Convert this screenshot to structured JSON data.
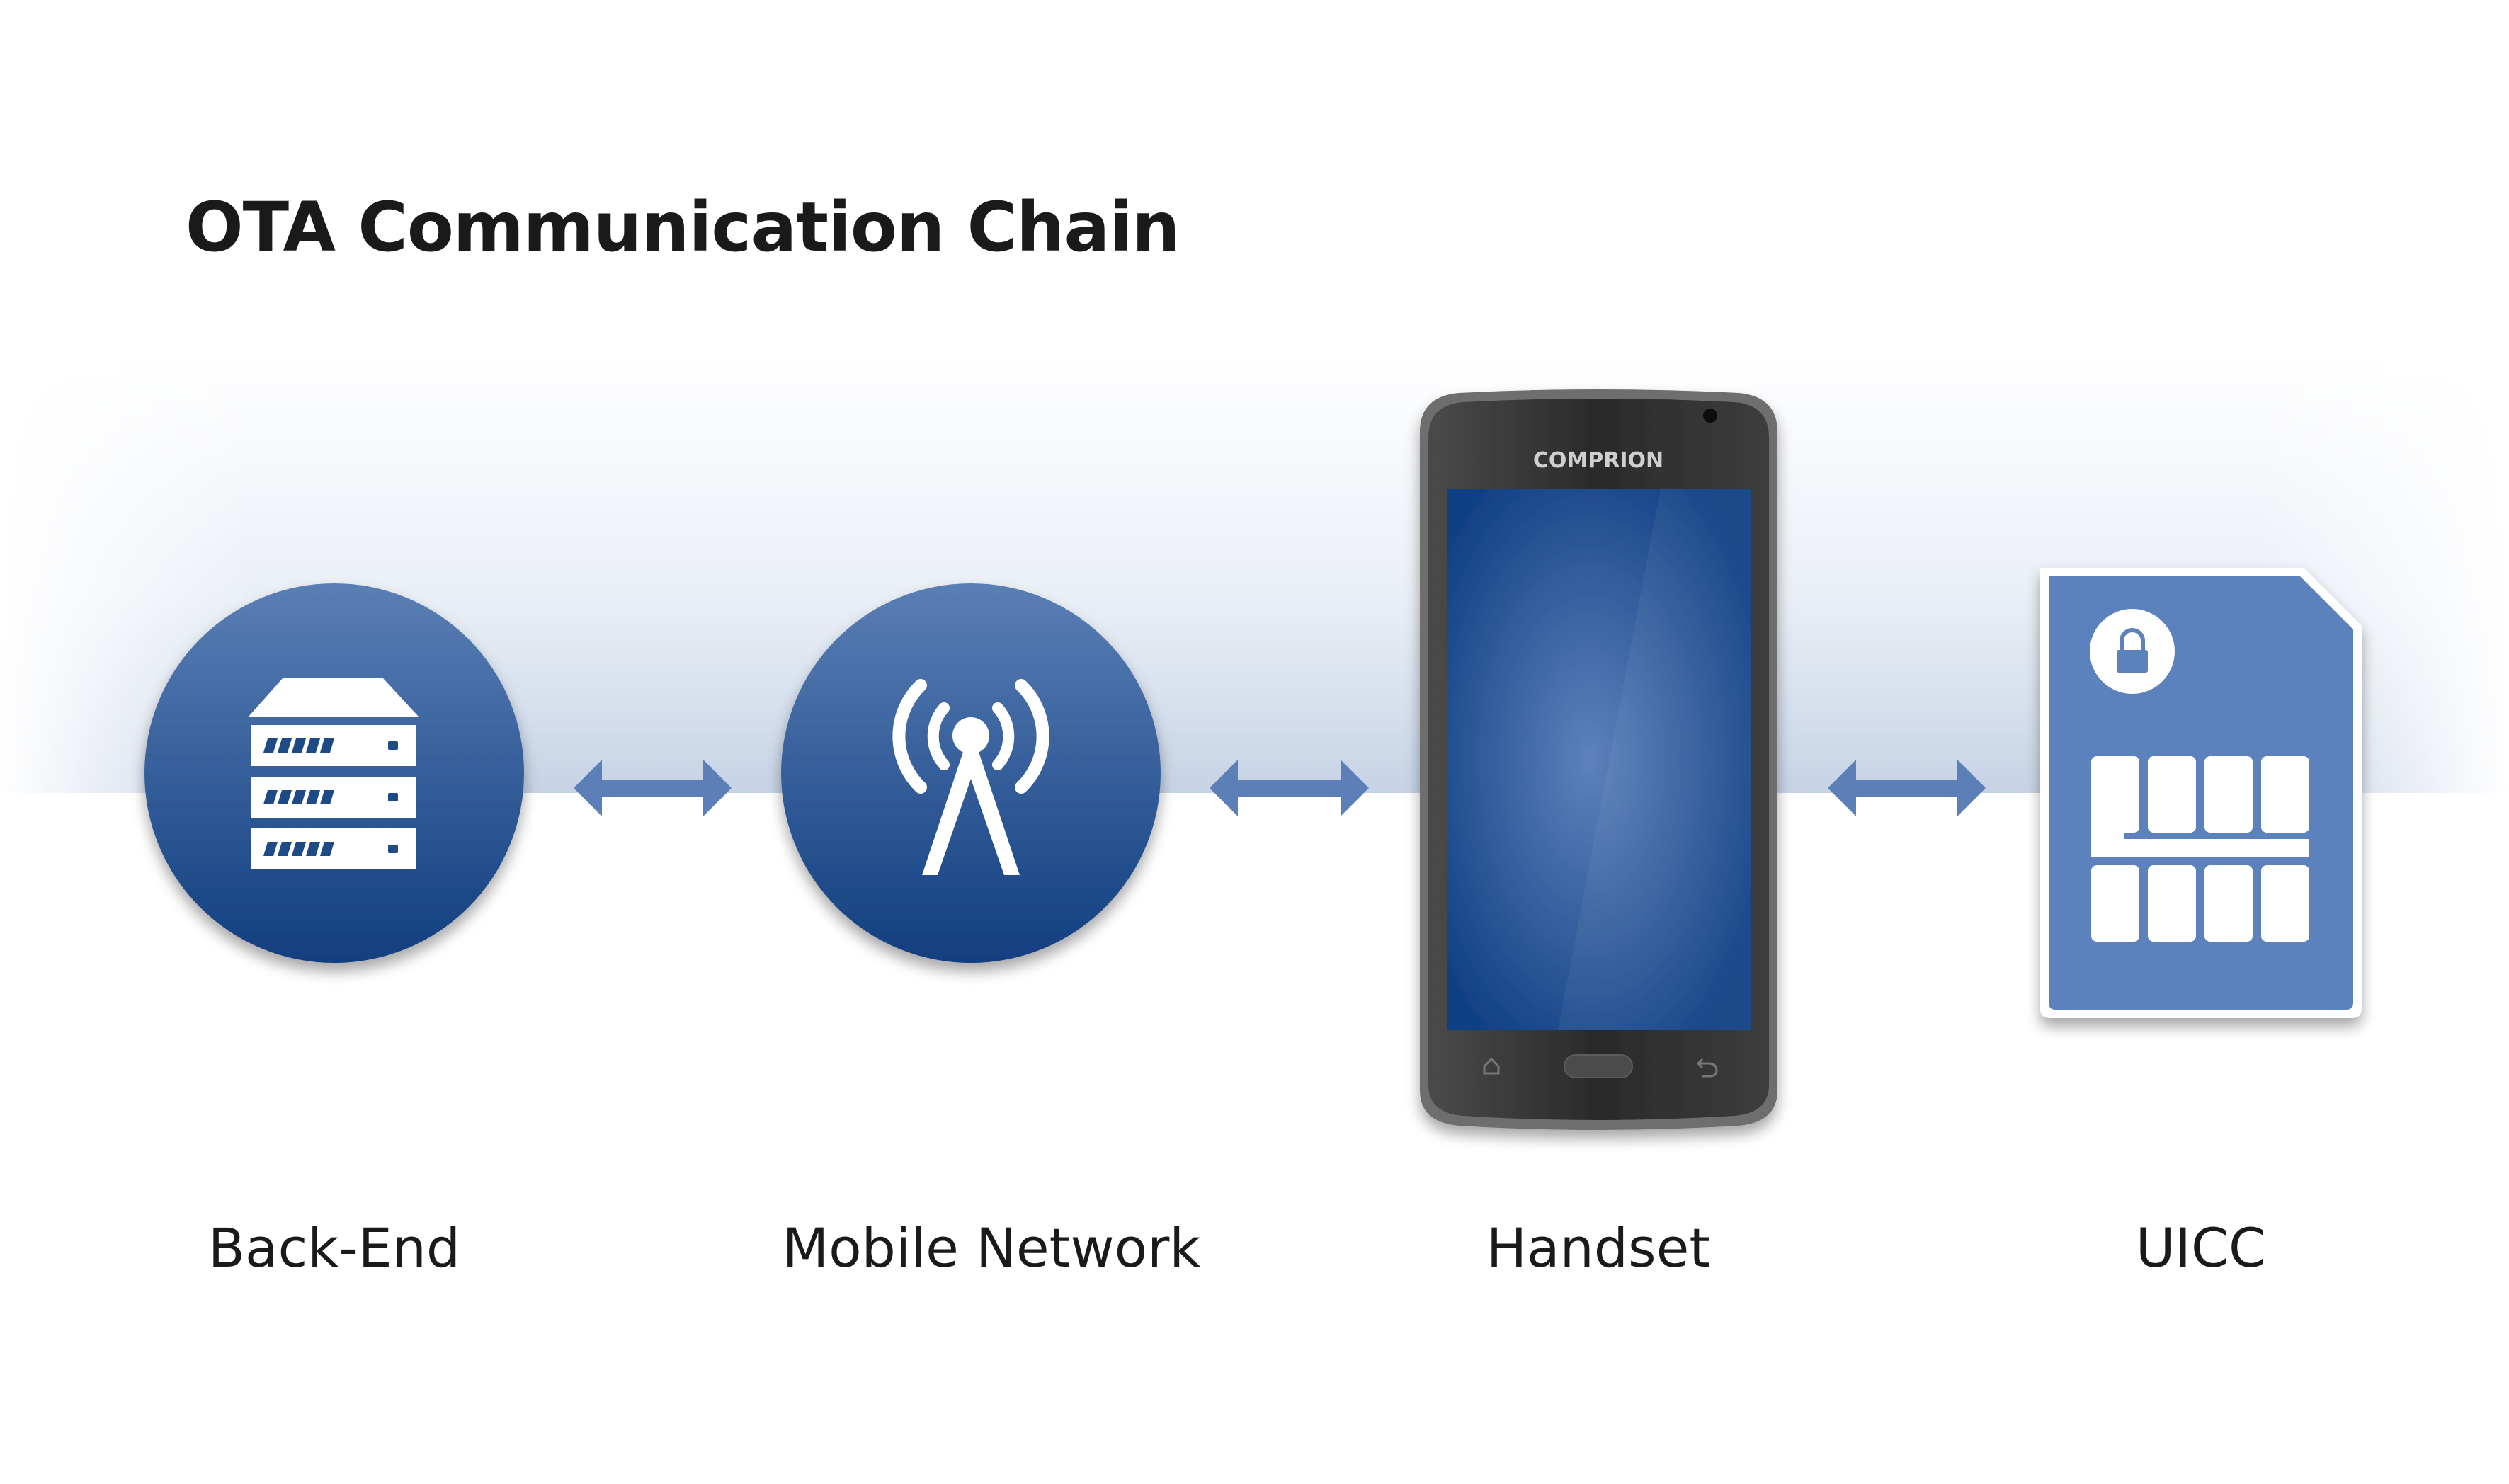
{
  "title": "OTA Communication Chain",
  "handset_brand": "COMPRION",
  "nodes": [
    {
      "label": "Back-End",
      "icon": "server-icon"
    },
    {
      "label": "Mobile Network",
      "icon": "antenna-icon"
    },
    {
      "label": "Handset",
      "icon": "smartphone-icon"
    },
    {
      "label": "UICC",
      "icon": "sim-card-icon"
    }
  ],
  "links": [
    {
      "from": "Back-End",
      "to": "Mobile Network",
      "type": "bidirectional"
    },
    {
      "from": "Mobile Network",
      "to": "Handset",
      "type": "bidirectional"
    },
    {
      "from": "Handset",
      "to": "UICC",
      "type": "bidirectional"
    }
  ],
  "colors": {
    "circle_top": "#5a7fb5",
    "circle_bottom": "#123f80",
    "arrow": "#5b7fb6",
    "sim_card": "#5b82bc",
    "phone_body": "#2d2d2d",
    "screen": "#16488c",
    "text": "#1a1a1a"
  }
}
